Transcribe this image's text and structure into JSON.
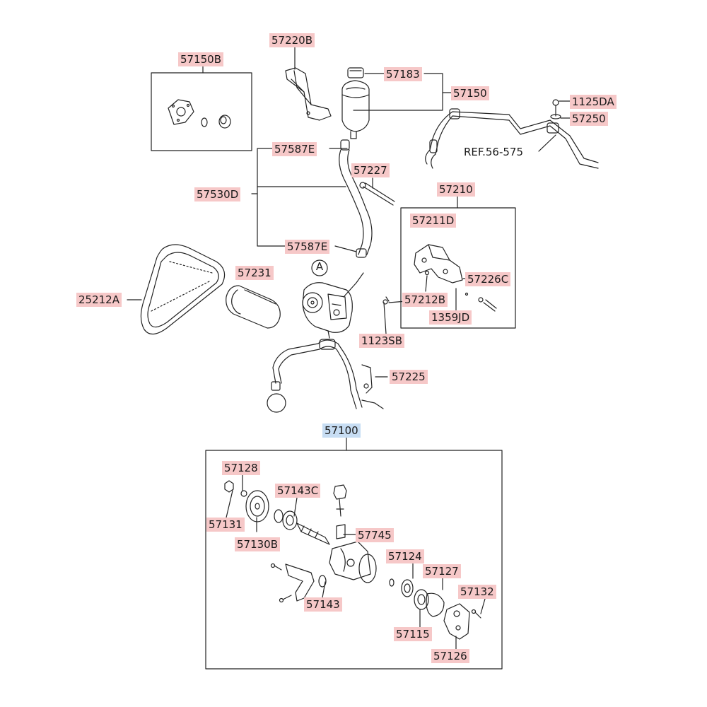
{
  "diagram": {
    "callouts": {
      "p57220B": "57220B",
      "p57150B": "57150B",
      "p57183": "57183",
      "p57150": "57150",
      "p1125DA": "1125DA",
      "p57250": "57250",
      "ref56575": "REF.56-575",
      "p57587E_top": "57587E",
      "p57227": "57227",
      "p57530D": "57530D",
      "p57210": "57210",
      "p57211D": "57211D",
      "p57587E_bot": "57587E",
      "p57231": "57231",
      "p25212A": "25212A",
      "p57226C": "57226C",
      "p57212B": "57212B",
      "p1359JD": "1359JD",
      "p1123SB": "1123SB",
      "p57225": "57225",
      "p57100": "57100",
      "p57128": "57128",
      "p57143C": "57143C",
      "p57131": "57131",
      "p57745": "57745",
      "p57130B": "57130B",
      "p57124": "57124",
      "p57127": "57127",
      "p57132": "57132",
      "p57143": "57143",
      "p57115": "57115",
      "p57126": "57126"
    },
    "markers": {
      "circle_a": "A"
    },
    "colors": {
      "part_label_bg": "#f6c8c8",
      "main_label_bg": "#c7ddf3",
      "line": "#222222"
    }
  }
}
